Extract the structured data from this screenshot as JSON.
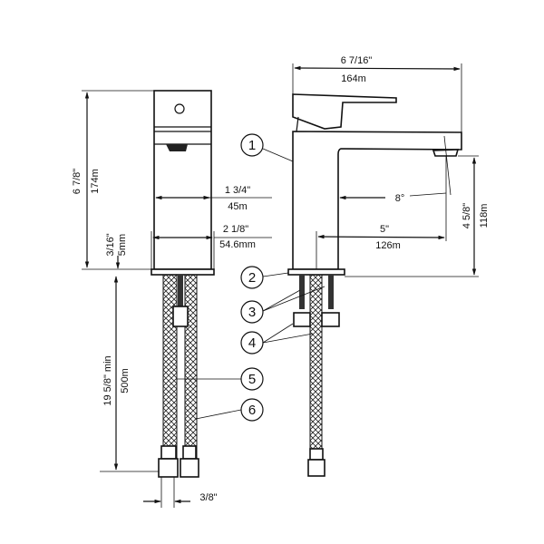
{
  "title": "Single-handle bathroom faucet dimension diagram",
  "dimensions": {
    "total_height_in": "6 7/8\"",
    "total_height_mm": "174m",
    "body_width_in": "1 3/4\"",
    "body_width_mm": "45m",
    "base_width_in": "2 1/8\"",
    "base_width_mm": "54.6mm",
    "base_thickness_in": "3/16\"",
    "base_thickness_mm": "5mm",
    "hose_length_in": "19 5/8\" min",
    "hose_length_mm": "500m",
    "hose_connection": "3/8\"",
    "total_depth_in": "6 7/16\"",
    "total_depth_mm": "164m",
    "angle": "8°",
    "spout_reach_in": "5\"",
    "spout_reach_mm": "126m",
    "spout_height_in": "4 5/8\"",
    "spout_height_mm": "118m"
  },
  "callouts": [
    "1",
    "2",
    "3",
    "4",
    "5",
    "6"
  ]
}
